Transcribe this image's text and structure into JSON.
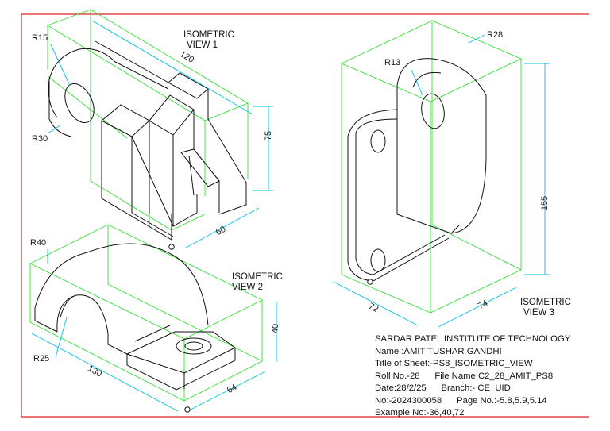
{
  "colors": {
    "border": "#e02020",
    "box": "#33dd33",
    "dimension": "#00c0e0",
    "outline": "#111111"
  },
  "views": [
    {
      "title_line1": "ISOMETRIC",
      "title_line2": "VIEW 1",
      "dims": [
        "R15",
        "R30",
        "120",
        "75",
        "60"
      ]
    },
    {
      "title_line1": "ISOMETRIC",
      "title_line2": "VIEW 2",
      "dims": [
        "R40",
        "R25",
        "130",
        "40",
        "64"
      ]
    },
    {
      "title_line1": "ISOMETRIC",
      "title_line2": "VIEW 3",
      "dims": [
        "R13",
        "R28",
        "155",
        "72",
        "74"
      ]
    }
  ],
  "origin_marker": "O",
  "title_block": [
    "SARDAR PATEL INSTITUTE OF TECHNOLOGY",
    "Name :AMIT TUSHAR GANDHI",
    "Title of Sheet:-PS8_ISOMETRIC_VIEW",
    "Roll No.-28      File Name:C2_28_AMIT_PS8",
    "Date:28/2/25      Branch:- CE  UID",
    "No:-2024300058      Page No.:-5.8,5.9,5.14",
    "Example No:-36,40,72"
  ]
}
